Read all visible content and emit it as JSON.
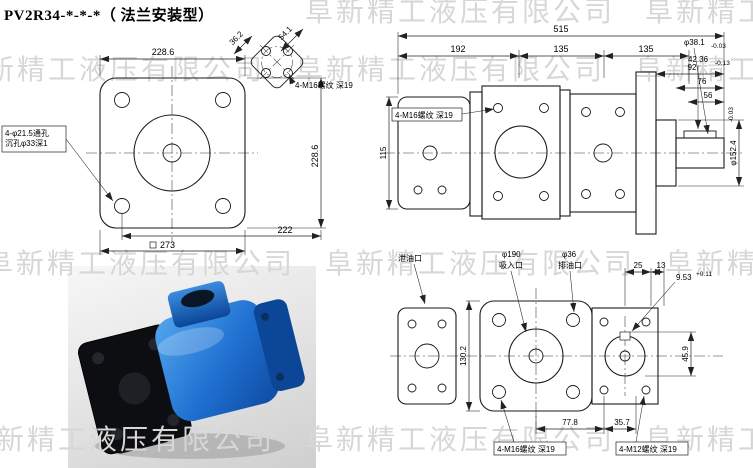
{
  "title": "PV2R34-*-*-*（ 法兰安装型）",
  "watermark": {
    "text": "阜新精工液压有限公司"
  },
  "colors": {
    "pump_blue": "#1f6fd0",
    "watermark_gray": "#d7d7d7",
    "line": "#1a1a1a"
  },
  "flange_view": {
    "dim_top": "228.6",
    "dim_right": "228.6",
    "dim_bottom": "273",
    "dim_bottom2": "222",
    "dim_angle1": "36.2",
    "dim_angle2": "54.1",
    "callout_hole_line1": "4-φ21.5通孔",
    "callout_hole_line2": "沉孔φ33深1",
    "callout_thread": "4-M16螺纹 深19"
  },
  "side_view": {
    "dim_overall": "515",
    "dim_seg1": "192",
    "dim_seg2": "135",
    "dim_seg3": "135",
    "dim_r1": "92",
    "dim_r2": "76",
    "dim_r3": "56",
    "dim_height": "115",
    "shaft_dia": {
      "value": "φ38.1",
      "tol": "-0.03"
    },
    "key_dim": {
      "value": "42.36",
      "tol": "-0.13"
    },
    "spigot_dia": {
      "value": "φ152.4",
      "tol": "-0.03"
    },
    "callout_thread": "4-M16螺纹 深19"
  },
  "port_view": {
    "label_drain": "泄油口",
    "suction": {
      "dia": "φ190",
      "label": "吸入口"
    },
    "outlet": {
      "dia": "φ36",
      "label": "排油口"
    },
    "dim_a": "25",
    "dim_b": "13",
    "keyway": {
      "value": "9.53",
      "tol": "+0.11"
    },
    "dim_right_h": "45.9",
    "dim_left_h": "130.2",
    "dim_bottom1": "77.8",
    "dim_bottom2": "35.7",
    "callout_thread16": "4-M16螺纹 深19",
    "callout_thread12": "4-M12螺纹 深19"
  }
}
